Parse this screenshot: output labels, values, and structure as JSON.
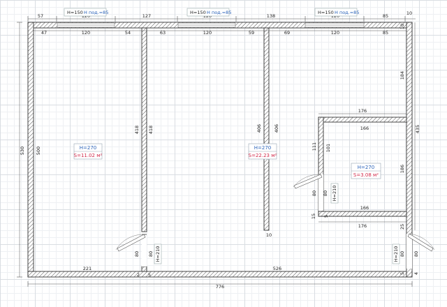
{
  "windows": [
    {
      "h": "H=150",
      "hsill": "H под.=85"
    },
    {
      "h": "H=150",
      "hsill": "H под.=85"
    },
    {
      "h": "H=150",
      "hsill": "H под.=85"
    }
  ],
  "rooms": [
    {
      "height": "H=270",
      "area": "S=11.02 м²"
    },
    {
      "height": "H=270",
      "area": "S=22.23 м²"
    },
    {
      "height": "H=270",
      "area": "S=3.08 м²"
    }
  ],
  "doors": [
    {
      "height_label": "H=210",
      "width_label": "80",
      "width_label_2": "80"
    },
    {
      "height_label": "H=210",
      "width_label": "80",
      "width_label_2": "80"
    },
    {
      "height_label": "H=210",
      "width_label": "80",
      "width_label_2": "80"
    }
  ],
  "dims": {
    "outer_top": [
      "57",
      "120",
      "127",
      "120",
      "138",
      "120",
      "85"
    ],
    "inner_top": [
      "47",
      "120",
      "54",
      "63",
      "120",
      "59",
      "69",
      "120",
      "85"
    ],
    "outer_right_top": "10",
    "inner_right_top": "10",
    "left_outer": "530",
    "left_inner": "500",
    "wall1_left": "418",
    "wall1_right": "418",
    "wall2_left": "406",
    "wall2_right": "406",
    "wall2_bottom": "10",
    "right_184": "184",
    "right_435": "435",
    "bath_top_outer": "176",
    "bath_top_inner": "166",
    "bath_left_outer": "111",
    "bath_left_inner": "101",
    "bath_right": "186",
    "bath_bottom_inner": "166",
    "bath_bottom_outer": "176",
    "bath_15": "15",
    "bath_5": "5",
    "right_25": "25",
    "right_5": "5",
    "right_4": "4",
    "bottom_221": "221",
    "bottom_526": "526",
    "bottom_776": "776",
    "bottom_2": "2",
    "bottom_5": "5"
  }
}
